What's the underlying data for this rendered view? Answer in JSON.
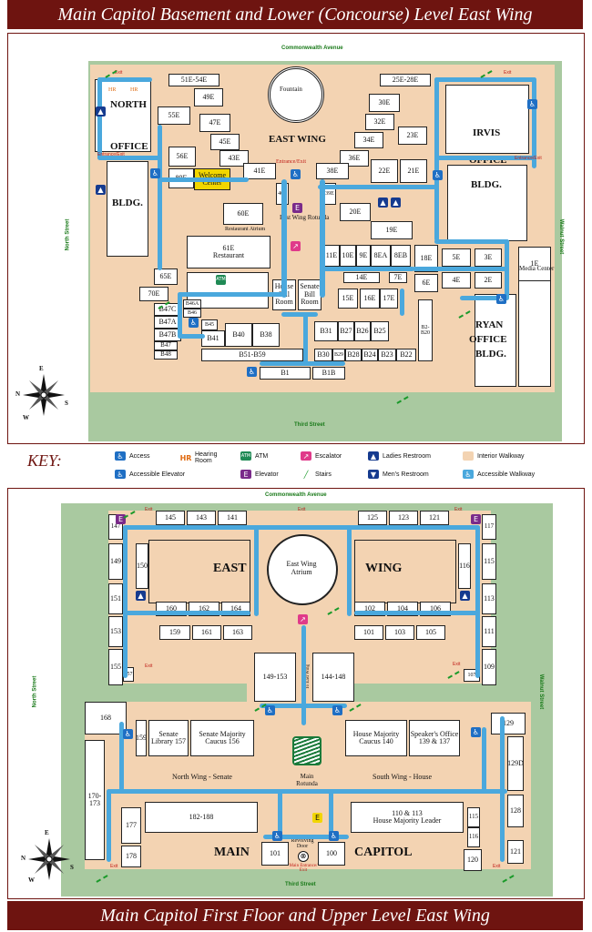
{
  "top_title": "Main Capitol Basement and Lower (Concourse) Level East Wing",
  "bottom_title": "Main Capitol First Floor and Upper Level East Wing",
  "streets": {
    "commonwealth": "Commonwealth Avenue",
    "north": "North Street",
    "walnut": "Walnut Street",
    "third": "Third Street"
  },
  "compass": {
    "n": "N",
    "e": "E",
    "s": "S",
    "w": "W"
  },
  "exit_label": "Exit",
  "entrance_exit": "Entrance/Exit",
  "upper_map": {
    "buildings": {
      "north_office_1": "NORTH",
      "north_office_2": "OFFICE",
      "north_office_3": "BLDG.",
      "irvis_1": "IRVIS",
      "irvis_2": "OFFICE",
      "irvis_3": "BLDG.",
      "ryan_1": "RYAN",
      "ryan_2": "OFFICE",
      "ryan_3": "BLDG.",
      "east_wing": "EAST WING",
      "fountain": "Fountain",
      "welcome": "Welcome Center",
      "rotunda": "East Wing Rotunda",
      "restaurant_atrium": "Restaurant Atrium",
      "restaurant": "Restaurant",
      "house_bill": "House Bill Room",
      "senate_bill": "Senate Bill Room",
      "media_center": "Media Center"
    },
    "rooms": {
      "r51e54e": "51E-54E",
      "r25e28e": "25E-28E",
      "r49e": "49E",
      "r55e": "55E",
      "r47e": "47E",
      "r45e": "45E",
      "r43e": "43E",
      "r41e": "41E",
      "r56e": "56E",
      "r89e": "89E",
      "r30e": "30E",
      "r32e": "32E",
      "r34e": "34E",
      "r36e": "36E",
      "r38e": "38E",
      "r23e": "23E",
      "r22e": "22E",
      "r21e": "21E",
      "r40e": "40E",
      "r39e": "39E",
      "r60e": "60E",
      "r61e": "61E",
      "r20e": "20E",
      "r19e": "19E",
      "r11e": "11E",
      "r10e": "10E",
      "r9e": "9E",
      "r8ea": "8EA",
      "r8eb": "8EB",
      "r18e": "18E",
      "r5e": "5E",
      "r3e": "3E",
      "r1e": "1E",
      "r4e": "4E",
      "r2e": "2E",
      "r6e": "6E",
      "r7e": "7E",
      "r14e": "14E",
      "r15e": "15E",
      "r16e": "16E",
      "r17e": "17E",
      "r65e": "65E",
      "r70e": "70E",
      "b47c": "B47C",
      "b46a": "B46A",
      "b46": "B46",
      "b47a": "B47A",
      "b47b": "B47B",
      "b47": "B47",
      "b48": "B48",
      "b45": "B45",
      "b41": "B41",
      "b40": "B40",
      "b38": "B38",
      "b51b59": "B51-B59",
      "b31": "B31",
      "b27": "B27",
      "b26": "B26",
      "b25": "B25",
      "b30": "B30",
      "b29": "B29",
      "b28": "B28",
      "b24": "B24",
      "b23": "B23",
      "b22": "B22",
      "b2b20": "B2-B20",
      "b1": "B1",
      "b1b": "B1B",
      "hr": "HR"
    }
  },
  "key": {
    "title": "KEY:",
    "access": "Access",
    "hearing": "Hearing Room",
    "atm": "ATM",
    "escalator": "Escalator",
    "ladies": "Ladies Restroom",
    "interior": "Interior Walkway",
    "acc_elevator": "Accessible Elevator",
    "elevator": "Elevator",
    "stairs": "Stairs",
    "mens": "Men's Restroom",
    "acc_walkway": "Accessible Walkway",
    "hr_glyph": "HR",
    "atm_glyph": "ATM",
    "elev_glyph": "E"
  },
  "lower_map": {
    "labels": {
      "east": "EAST",
      "wing": "WING",
      "atrium": "East Wing Atrium",
      "main": "MAIN",
      "capitol": "CAPITOL",
      "main_rotunda": "Main Rotunda",
      "north_wing": "North Wing - Senate",
      "south_wing": "South Wing - House",
      "to_east_wing": "To East Wing",
      "revolving_door": "Revolving Door",
      "main_entrance": "Main Entrance/ Exit",
      "senate_library": "Senate Library 157",
      "senate_majority": "Senate Majority Caucus 156",
      "house_majority": "House Majority Caucus 140",
      "speakers_office": "Speaker's Office 139 & 137",
      "house_majority_leader": "House Majority Leader",
      "rooms_110_113": "110 & 113"
    },
    "rooms": {
      "r145": "145",
      "r143": "143",
      "r141": "141",
      "r125": "125",
      "r123": "123",
      "r121": "121",
      "r147": "147",
      "r117": "117",
      "r149": "149",
      "r150": "150",
      "r116": "116",
      "r115": "115",
      "r151": "151",
      "r113": "113",
      "r160": "160",
      "r162": "162",
      "r164": "164",
      "r102": "102",
      "r104": "104",
      "r106": "106",
      "r153": "153",
      "r111": "111",
      "r159": "159",
      "r161": "161",
      "r163": "163",
      "r101": "101",
      "r103": "103",
      "r105": "105",
      "r155": "155",
      "r109": "109",
      "r157": "157",
      "r107": "107",
      "r149_153": "149-153",
      "r144_148": "144-148",
      "r168": "168",
      "r129": "129",
      "r159b": "159",
      "r129d": "129D",
      "r170_173": "170-173",
      "r182_188": "182-188",
      "r177": "177",
      "r178": "178",
      "r101b": "101",
      "r100": "100",
      "r116b": "116",
      "r120": "120",
      "r128": "128",
      "r121b": "121",
      "r115b": "115"
    }
  }
}
